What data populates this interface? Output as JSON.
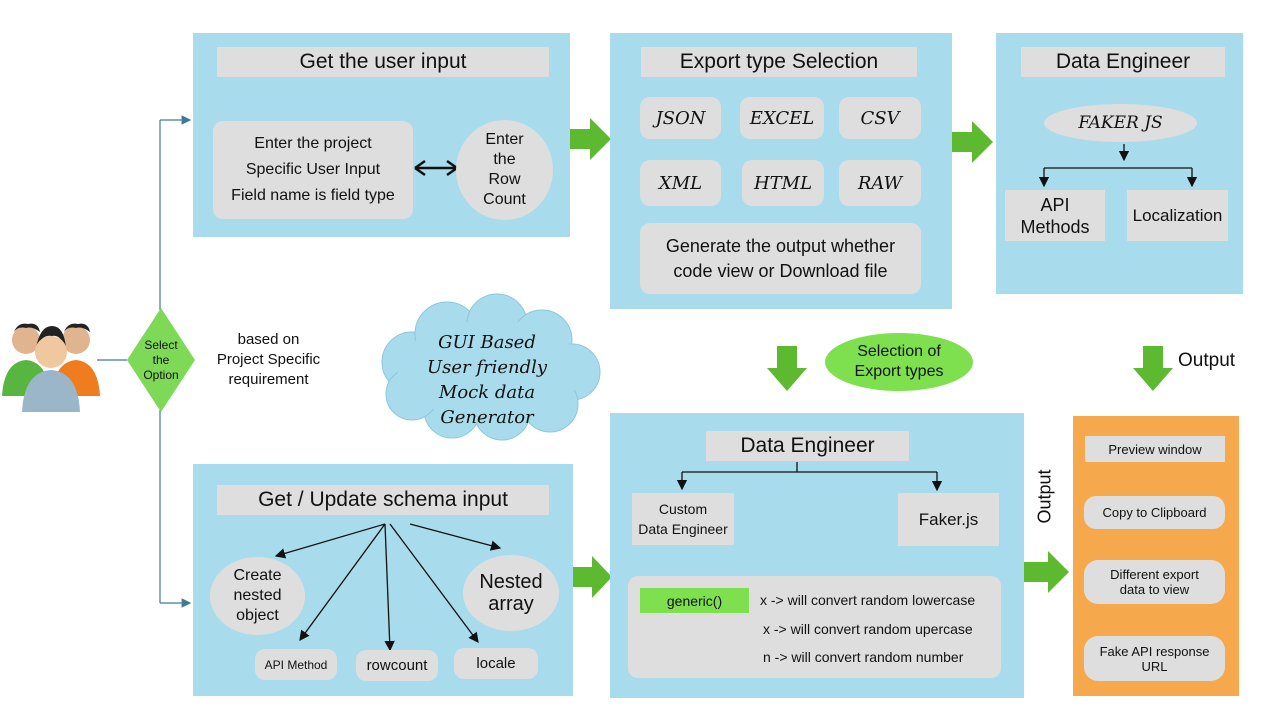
{
  "user_note": "based on\nProject Specific\nrequirement",
  "decision": "Select\nthe\nOption",
  "cloud": "GUI Based\nUser friendly\nMock data Generator",
  "user_input": {
    "title": "Get the user input",
    "box": "Enter the project\nSpecific User Input\nField name is field type",
    "row_count": "Enter\nthe\nRow\nCount"
  },
  "export_selection": {
    "title": "Export type Selection",
    "types": [
      "JSON",
      "EXCEL",
      "CSV",
      "XML",
      "HTML",
      "RAW"
    ],
    "generate": "Generate the output whether\ncode view or Download file"
  },
  "data_engineer_top": {
    "title": "Data Engineer",
    "faker": "FAKER JS",
    "api": "API\nMethods",
    "localization": "Localization"
  },
  "schema": {
    "title": "Get / Update schema input",
    "create_nested": "Create\nnested\nobject",
    "nested_array": "Nested\narray",
    "api_method": "API Method",
    "rowcount": "rowcount",
    "locale": "locale"
  },
  "data_engineer_bottom": {
    "title": "Data Engineer",
    "custom": "Custom\nData Engineer",
    "fakerjs": "Faker.js",
    "generic": "generic()",
    "rules": [
      "x -> will convert random lowercase",
      "x -> will convert random upercase",
      "n -> will convert random number"
    ]
  },
  "selection_export": "Selection of\nExport types",
  "output_label_top": "Output",
  "output_label_side": "Output",
  "output_panel": {
    "items": [
      "Preview window",
      "Copy to Clipboard",
      "Different export\ndata to view",
      "Fake API  response\nURL"
    ]
  },
  "colors": {
    "panel": "#a8dced",
    "box": "#dedede",
    "arrow": "#5db92f",
    "green_ellipse": "#7ee04f",
    "generic_box": "#7ee04f",
    "orange": "#f5a94c",
    "cloud": "#a8dced"
  }
}
